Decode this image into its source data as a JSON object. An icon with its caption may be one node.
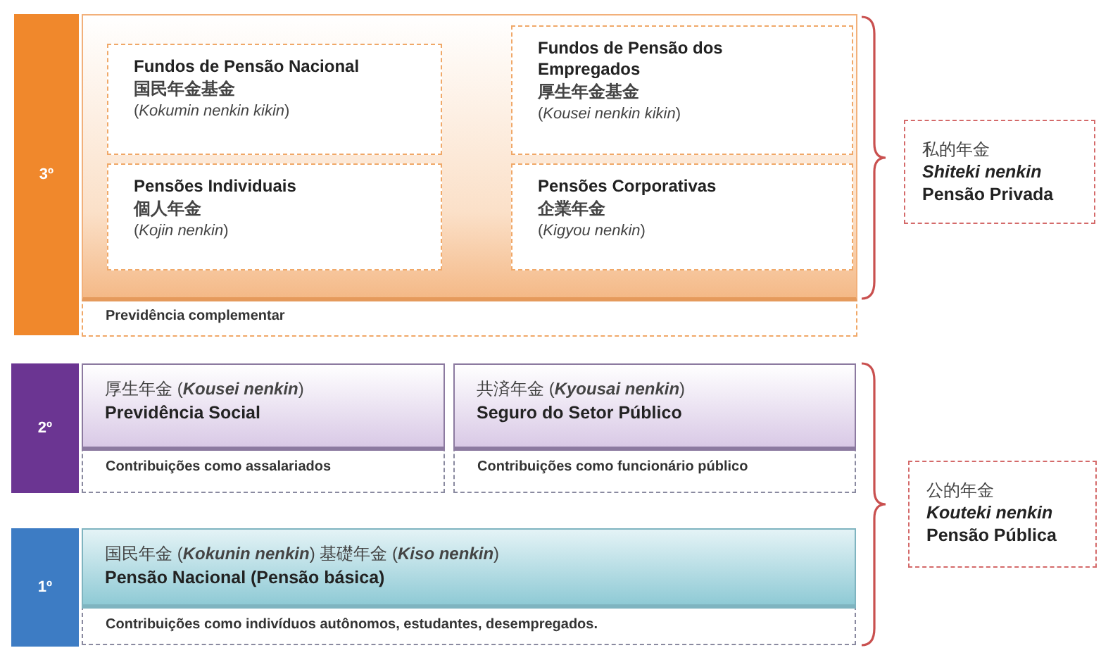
{
  "diagram": {
    "nodes": [
      {
        "text": [
          "3º"
        ]
      },
      {
        "text": [
          "Previdência complementar"
        ]
      },
      {
        "text": [
          "Fundos de Pensão Nacional",
          "国民年金基金",
          "(*Kokumin nenkin kikin*)"
        ],
        "in": 1
      },
      {
        "text": [
          "Fundos de Pensão dos Empregados",
          "厚生年金基金",
          "(*Kousei nenkin kikin*)"
        ],
        "in": 1
      },
      {
        "text": [
          "Pensões Individuais",
          "個人年金",
          "(*Kojin nenkin*)"
        ],
        "in": 1
      },
      {
        "text": [
          "Pensões Corporativas",
          "企業年金",
          "(*Kigyou nenkin*)"
        ],
        "in": 1
      },
      {
        "text": [
          "2º"
        ]
      },
      {
        "text": [
          "厚生年金 (**Kousei nenkin**)",
          "Previdência Social",
          "Contribuições como assalariados"
        ]
      },
      {
        "text": [
          "共済年金 (**Kyousai nenkin**)",
          "Seguro do Setor Público",
          "Contribuições como funcionário público"
        ]
      },
      {
        "text": [
          "1º"
        ]
      },
      {
        "text": [
          "国民年金 (**Kokunin nenkin**) 基礎年金 (**Kiso nenkin**)",
          "Pensão Nacional (Pensão básica)",
          "Contribuições como indivíduos autônomos, estudantes, desempregados."
        ]
      },
      {
        "text": [
          "私的年金",
          "Shiteki nenkin",
          "Pensão Privada"
        ]
      },
      {
        "text": [
          "公的年金",
          "Kouteki nenkin",
          "Pensão Pública"
        ]
      }
    ]
  }
}
